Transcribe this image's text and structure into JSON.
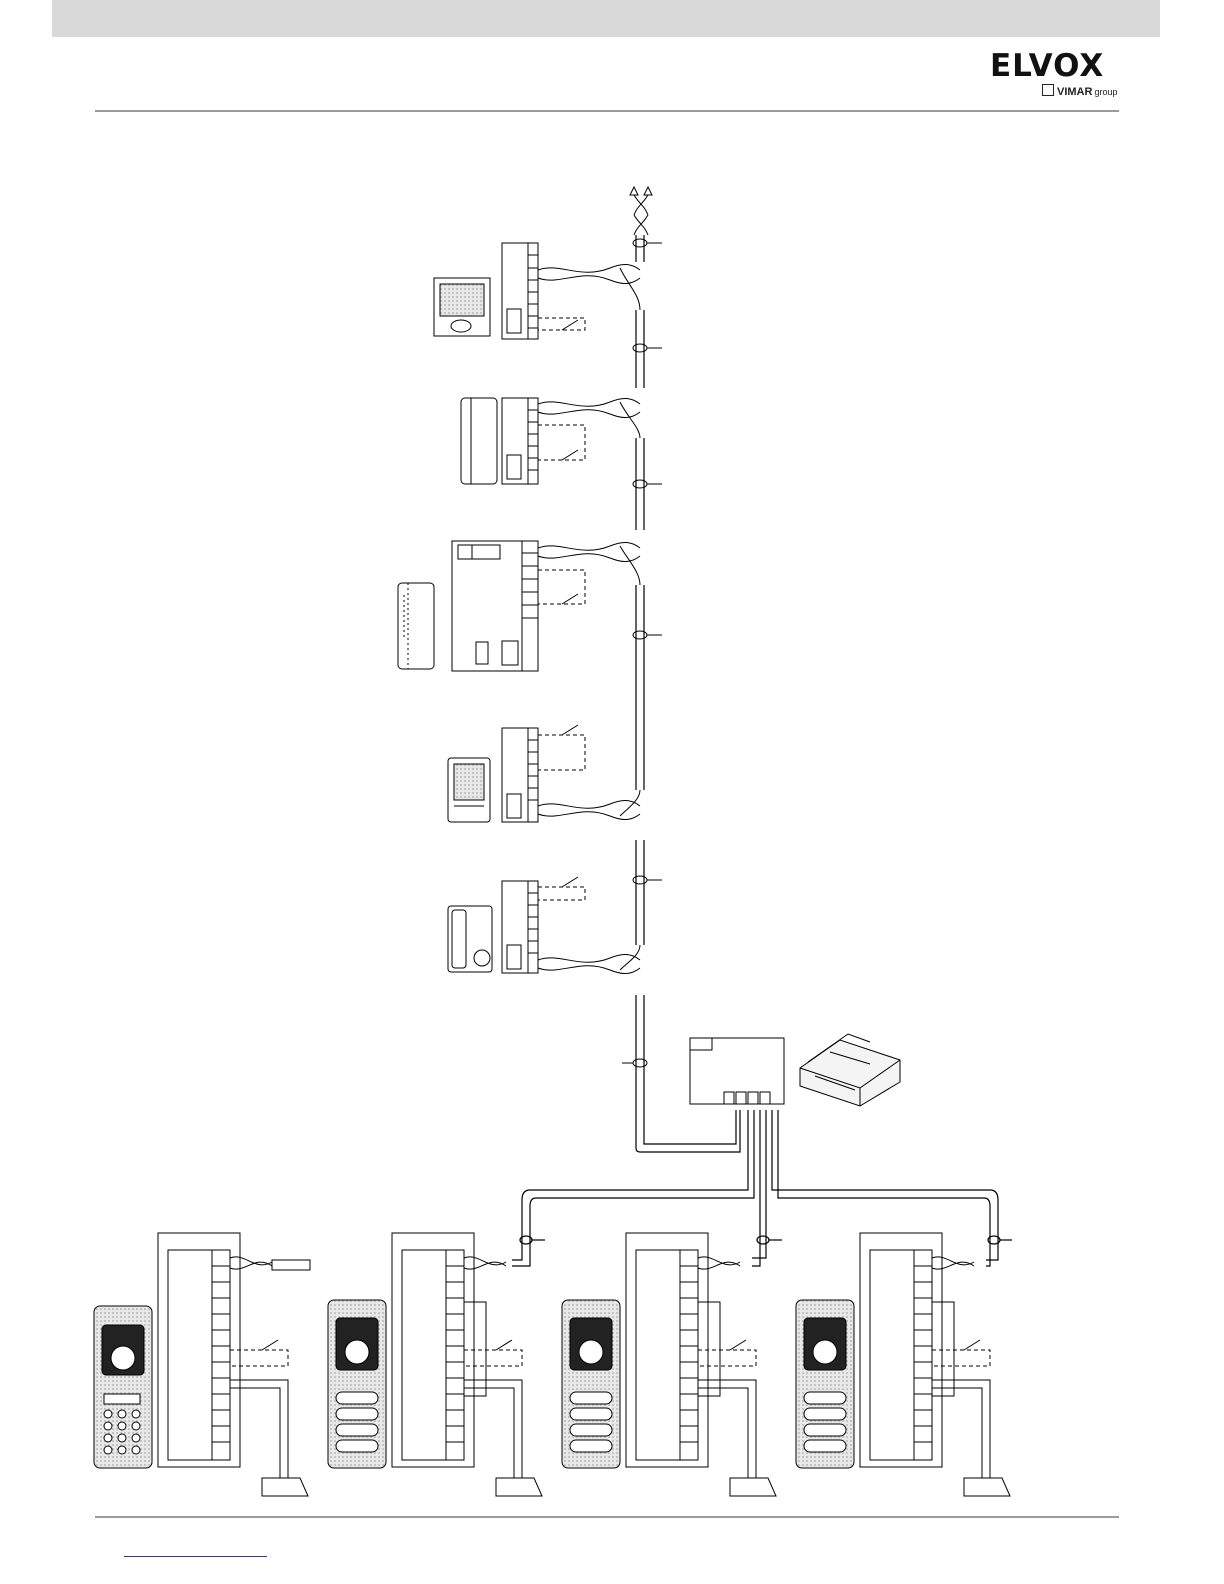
{
  "logo": {
    "wordmark": "ELVOX",
    "group_brand": "VIMAR",
    "group_suffix": "group"
  },
  "diagram": {
    "description_free": true,
    "apartment_units": [
      {
        "device": "videophone-monitor"
      },
      {
        "device": "handset-interphone"
      },
      {
        "device": "handset-interphone-with-module"
      },
      {
        "device": "speaker-interphone"
      },
      {
        "device": "handset-interphone-with-keypad"
      }
    ],
    "entrance_panels": [
      {
        "type": "keypad-panel"
      },
      {
        "type": "four-button-panel"
      },
      {
        "type": "four-button-panel"
      },
      {
        "type": "four-button-panel"
      }
    ],
    "power_supply": "din-rail-power-supply"
  }
}
